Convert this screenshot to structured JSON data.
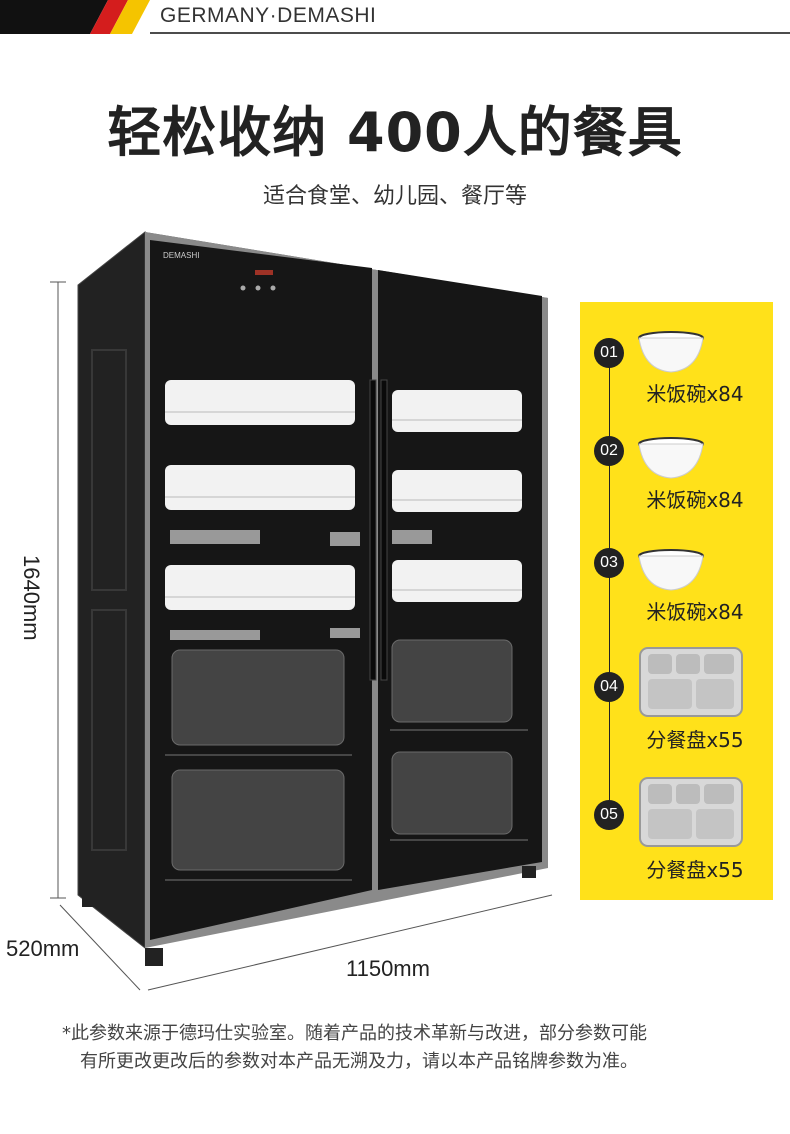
{
  "brand": {
    "name": "GERMANY·DEMASHI"
  },
  "headline": {
    "title": "轻松收纳 400人的餐具",
    "subtitle": "适合食堂、幼儿园、餐厅等"
  },
  "cabinet": {
    "logo": "DEMASHI"
  },
  "dimensions": {
    "height": "1640mm",
    "depth": "520mm",
    "width": "1150mm"
  },
  "items": [
    {
      "num": "01",
      "label": "米饭碗x84",
      "icon": "bowl-icon"
    },
    {
      "num": "02",
      "label": "米饭碗x84",
      "icon": "bowl-icon"
    },
    {
      "num": "03",
      "label": "米饭碗x84",
      "icon": "bowl-icon"
    },
    {
      "num": "04",
      "label": "分餐盘x55",
      "icon": "tray-icon"
    },
    {
      "num": "05",
      "label": "分餐盘x55",
      "icon": "tray-icon"
    }
  ],
  "footnote": {
    "line1": "*此参数来源于德玛仕实验室。随着产品的技术革新与改进，部分参数可能",
    "line2": "有所更改更改后的参数对本产品无溯及力，请以本产品铭牌参数为准。"
  },
  "colors": {
    "accent": "#ffe11a",
    "cabinet": "#1a1a1a",
    "frame": "#8a8a8a"
  }
}
